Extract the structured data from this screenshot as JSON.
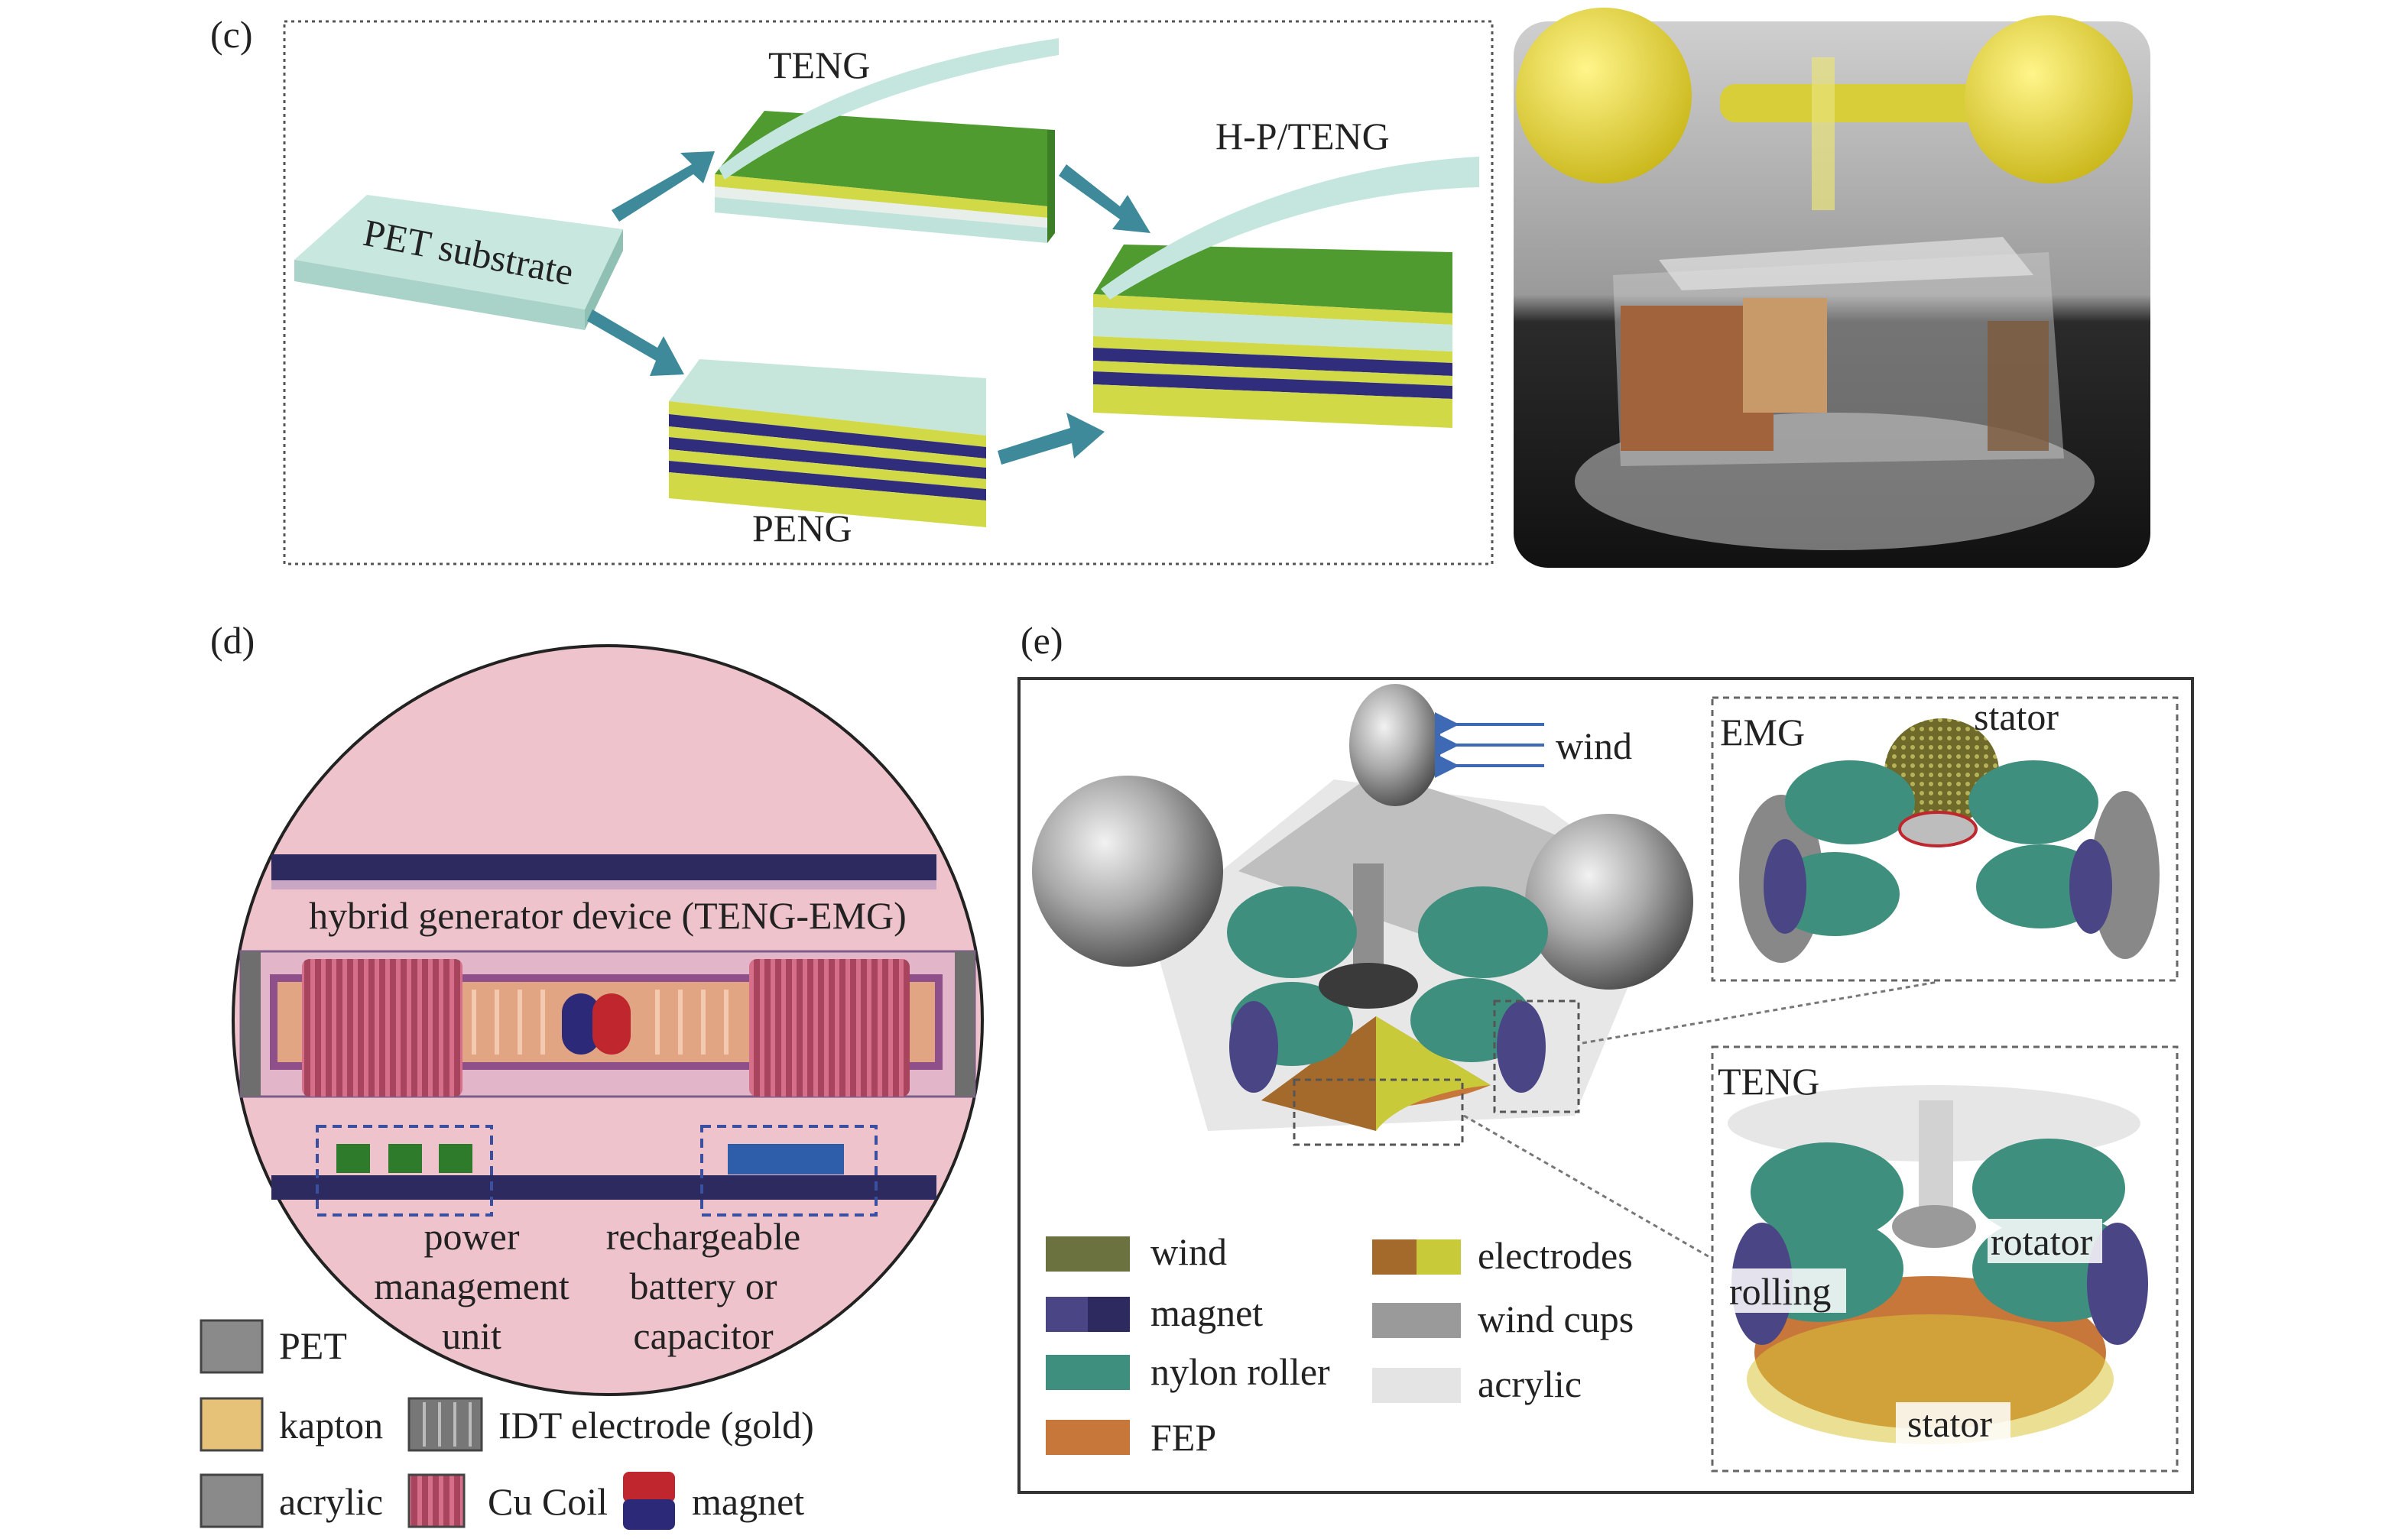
{
  "panel_c": {
    "label": "(c)",
    "pet_substrate": "PET substrate",
    "teng": "TENG",
    "peng": "PENG",
    "hybrid": "H-P/TENG"
  },
  "panel_d": {
    "label": "(d)",
    "device_title": "hybrid generator device (TENG-EMG)",
    "pmu_lines": [
      "power",
      "management",
      "unit"
    ],
    "battery_lines": [
      "rechargeable",
      "battery or",
      "capacitor"
    ],
    "legend": {
      "pet": "PET",
      "kapton": "kapton",
      "idt": "IDT electrode (gold)",
      "acrylic": "acrylic",
      "cu_coil": "Cu Coil",
      "magnet": "magnet"
    }
  },
  "panel_e": {
    "label": "(e)",
    "wind": "wind",
    "emg": "EMG",
    "stator_top": "stator",
    "teng": "TENG",
    "rotator": "rotator",
    "rolling": "rolling",
    "stator_bottom": "stator",
    "legend": {
      "wind": "wind",
      "magnet": "magnet",
      "nylon_roller": "nylon roller",
      "fep": "FEP",
      "electrodes": "electrodes",
      "wind_cups": "wind cups",
      "acrylic": "acrylic"
    }
  },
  "colors": {
    "pet": "#bfe3da",
    "green": "#4e9a2f",
    "yellow": "#c9d83a",
    "navy": "#2c2a78",
    "pink_bg": "#efc3cc",
    "coil": "#b04a63",
    "nylon": "#3f8f7e",
    "fep": "#c7773a",
    "magnet": "#3b3a78",
    "cup": "#9a9a9a",
    "arrow": "#3e8a9a",
    "cup_yellow": "#e0d33c"
  }
}
